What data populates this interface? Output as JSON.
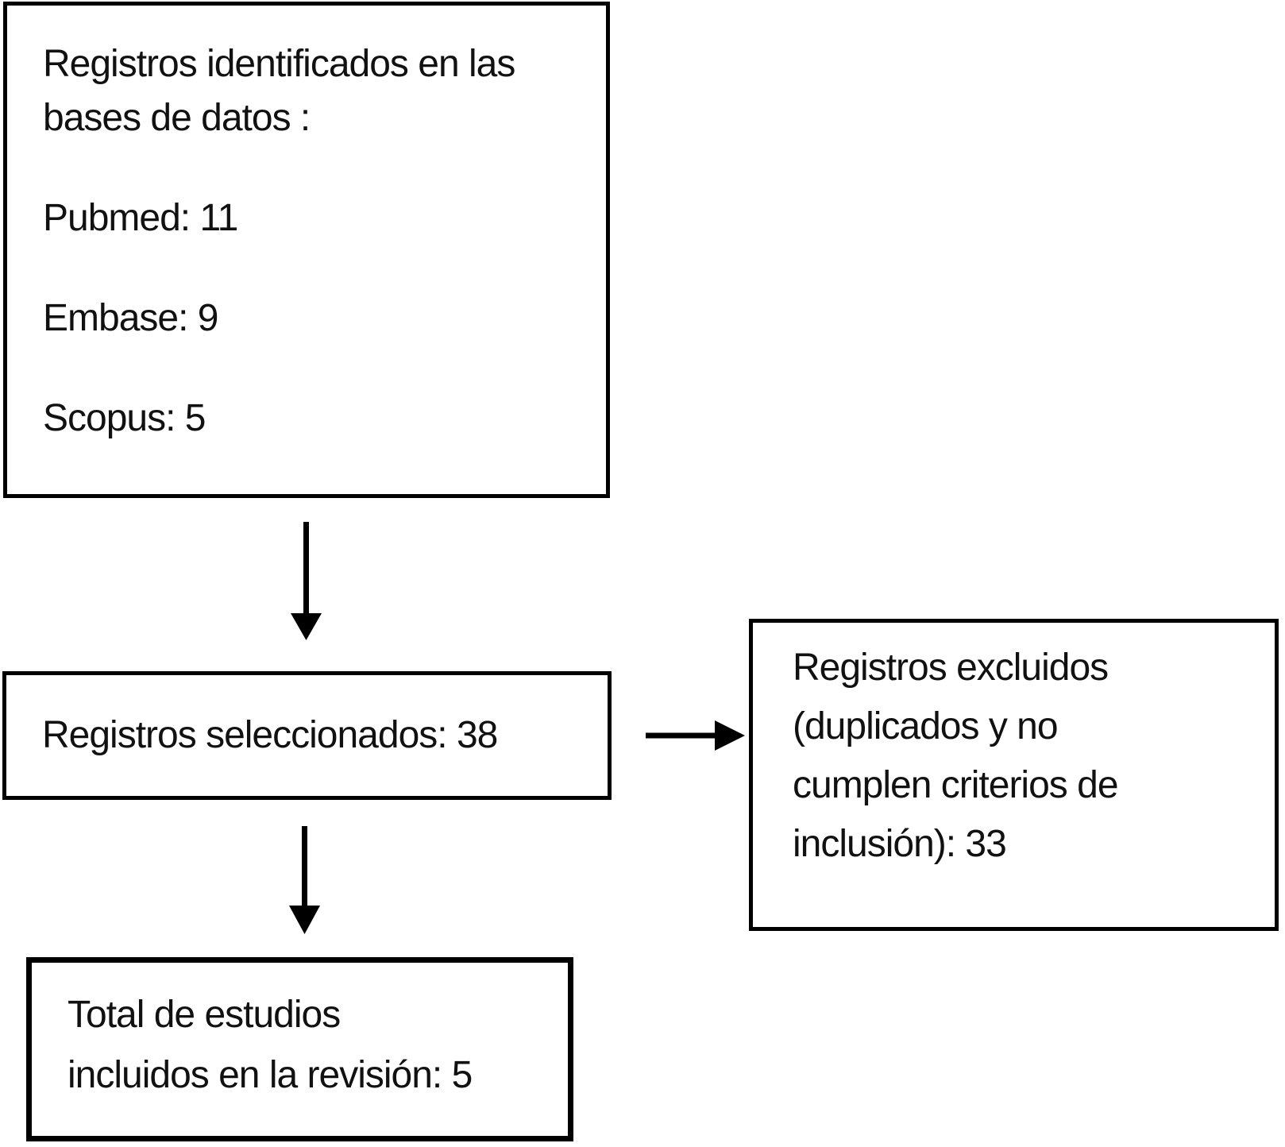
{
  "diagram": {
    "language": "es",
    "background_color": "#ffffff",
    "box_border_color": "#000000",
    "text_color": "#111111",
    "boxes": {
      "identified": {
        "title_lines": [
          "Registros identificados en las",
          "bases de datos :"
        ],
        "entries": [
          "Pubmed: 11",
          "Embase: 9",
          "Scopus: 5"
        ],
        "counts": {
          "pubmed": 11,
          "embase": 9,
          "scopus": 5
        }
      },
      "selected": {
        "text": "Registros seleccionados: 38",
        "count": 38
      },
      "excluded": {
        "lines": [
          "Registros excluidos",
          "(duplicados y no",
          "cumplen criterios de",
          "inclusión): 33"
        ],
        "full_text": "Registros excluidos (duplicados y no cumplen criterios de inclusión): 33",
        "count": 33
      },
      "included": {
        "lines": [
          "Total de estudios",
          "incluidos en la revisión: 5"
        ],
        "full_text": "Total de estudios incluidos en la revisión: 5",
        "count": 5
      }
    },
    "arrows": [
      {
        "name": "down-arrow-identified-to-selected",
        "direction": "down"
      },
      {
        "name": "down-arrow-selected-to-included",
        "direction": "down"
      },
      {
        "name": "right-arrow-selected-to-excluded",
        "direction": "right"
      }
    ]
  }
}
